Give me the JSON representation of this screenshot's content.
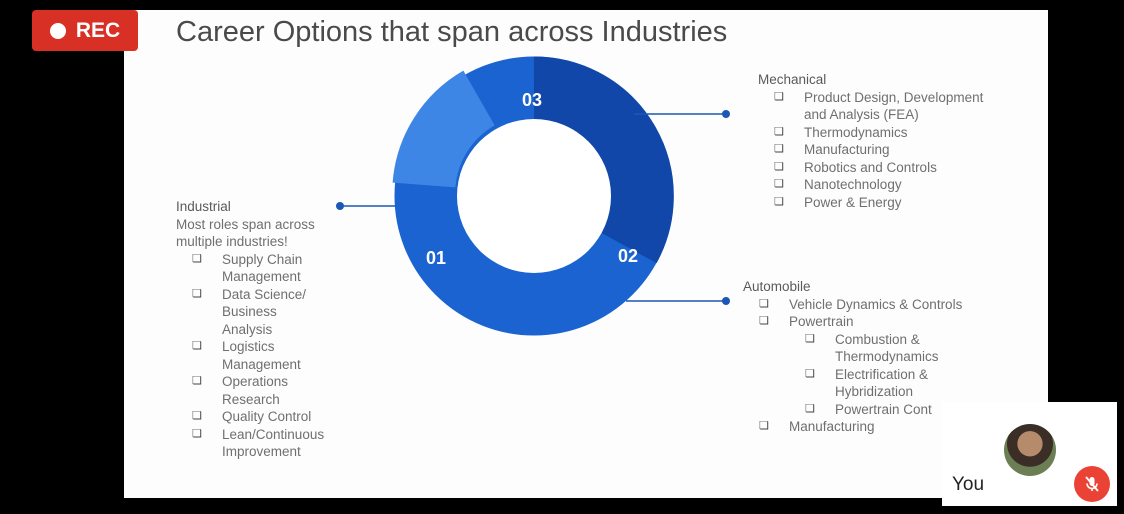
{
  "meeting": {
    "rec_label": "REC",
    "self_label": "You",
    "accent_red": "#ea4335",
    "icons": [
      "record-dot-icon",
      "avatar",
      "mic-off-icon"
    ]
  },
  "slide": {
    "title": "Career Options that span across Industries",
    "donut": {
      "colors": {
        "dark": "#1047a8",
        "medium": "#1a63d0",
        "light": "#3d86e6"
      },
      "segments": [
        {
          "label": "01"
        },
        {
          "label": "02"
        },
        {
          "label": "03"
        }
      ]
    },
    "industrial": {
      "heading": "Industrial",
      "subheading_1": "Most roles span across",
      "subheading_2": "multiple industries!",
      "items": [
        {
          "line1": "Supply Chain",
          "line2": "Management"
        },
        {
          "line1": "Data Science/",
          "line2": "Business",
          "line3": "Analysis"
        },
        {
          "line1": "Logistics",
          "line2": "Management"
        },
        {
          "line1": "Operations",
          "line2": "Research"
        },
        {
          "line1": "Quality Control"
        },
        {
          "line1": "Lean/Continuous",
          "line2": "Improvement"
        }
      ]
    },
    "mechanical": {
      "heading": "Mechanical",
      "items": [
        {
          "line1": "Product Design, Development",
          "line2": "and Analysis (FEA)"
        },
        {
          "line1": "Thermodynamics"
        },
        {
          "line1": "Manufacturing"
        },
        {
          "line1": "Robotics and Controls"
        },
        {
          "line1": "Nanotechnology"
        },
        {
          "line1": "Power & Energy"
        }
      ]
    },
    "automobile": {
      "heading": "Automobile",
      "item_1": "Vehicle Dynamics & Controls",
      "item_2": "Powertrain",
      "sub_items": [
        {
          "line1": "Combustion &",
          "line2": "Thermodynamics"
        },
        {
          "line1": "Electrification &",
          "line2": "Hybridization"
        },
        {
          "line1": "Powertrain Cont"
        }
      ],
      "item_3": "Manufacturing"
    },
    "checkbox_glyph": "❏"
  }
}
